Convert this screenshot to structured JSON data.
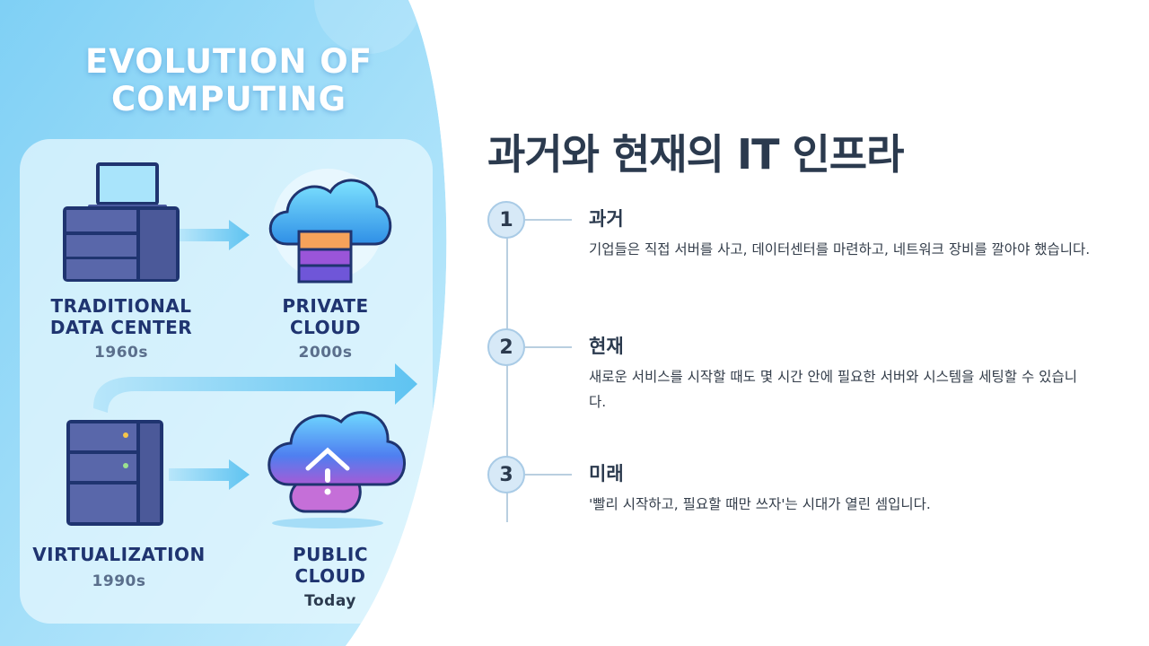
{
  "illustration": {
    "title_line1": "EVOLUTION OF",
    "title_line2": "COMPUTING",
    "eras": [
      {
        "name_line1": "TRADITIONAL",
        "name_line2": "DATA CENTER",
        "year": "1960s",
        "icon": "server-with-monitor-icon"
      },
      {
        "name_line1": "PRIVATE",
        "name_line2": "CLOUD",
        "year": "2000s",
        "icon": "cloud-storage-icon"
      },
      {
        "name_line1": "VIRTUALIZATION",
        "name_line2": "",
        "year": "1990s",
        "icon": "server-rack-icon"
      },
      {
        "name_line1": "PUBLIC",
        "name_line2": "CLOUD",
        "year": "Today",
        "icon": "cloud-upload-icon"
      }
    ],
    "colors": {
      "panel": "#bde8fb",
      "navy": "#1f3470",
      "arrow": "#8fd3f4"
    }
  },
  "main": {
    "title": "과거와 현재의 IT 인프라",
    "steps": [
      {
        "number": "1",
        "heading": "과거",
        "description": "기업들은 직접 서버를 사고, 데이터센터를 마련하고, 네트워크 장비를 깔아야 했습니다."
      },
      {
        "number": "2",
        "heading": "현재",
        "description": "새로운 서비스를 시작할 때도 몇 시간 안에 필요한 서버와 시스템을 세팅할 수 있습니다."
      },
      {
        "number": "3",
        "heading": "미래",
        "description": "'빨리 시작하고, 필요할 때만 쓰자'는 시대가 열린 셈입니다."
      }
    ]
  }
}
